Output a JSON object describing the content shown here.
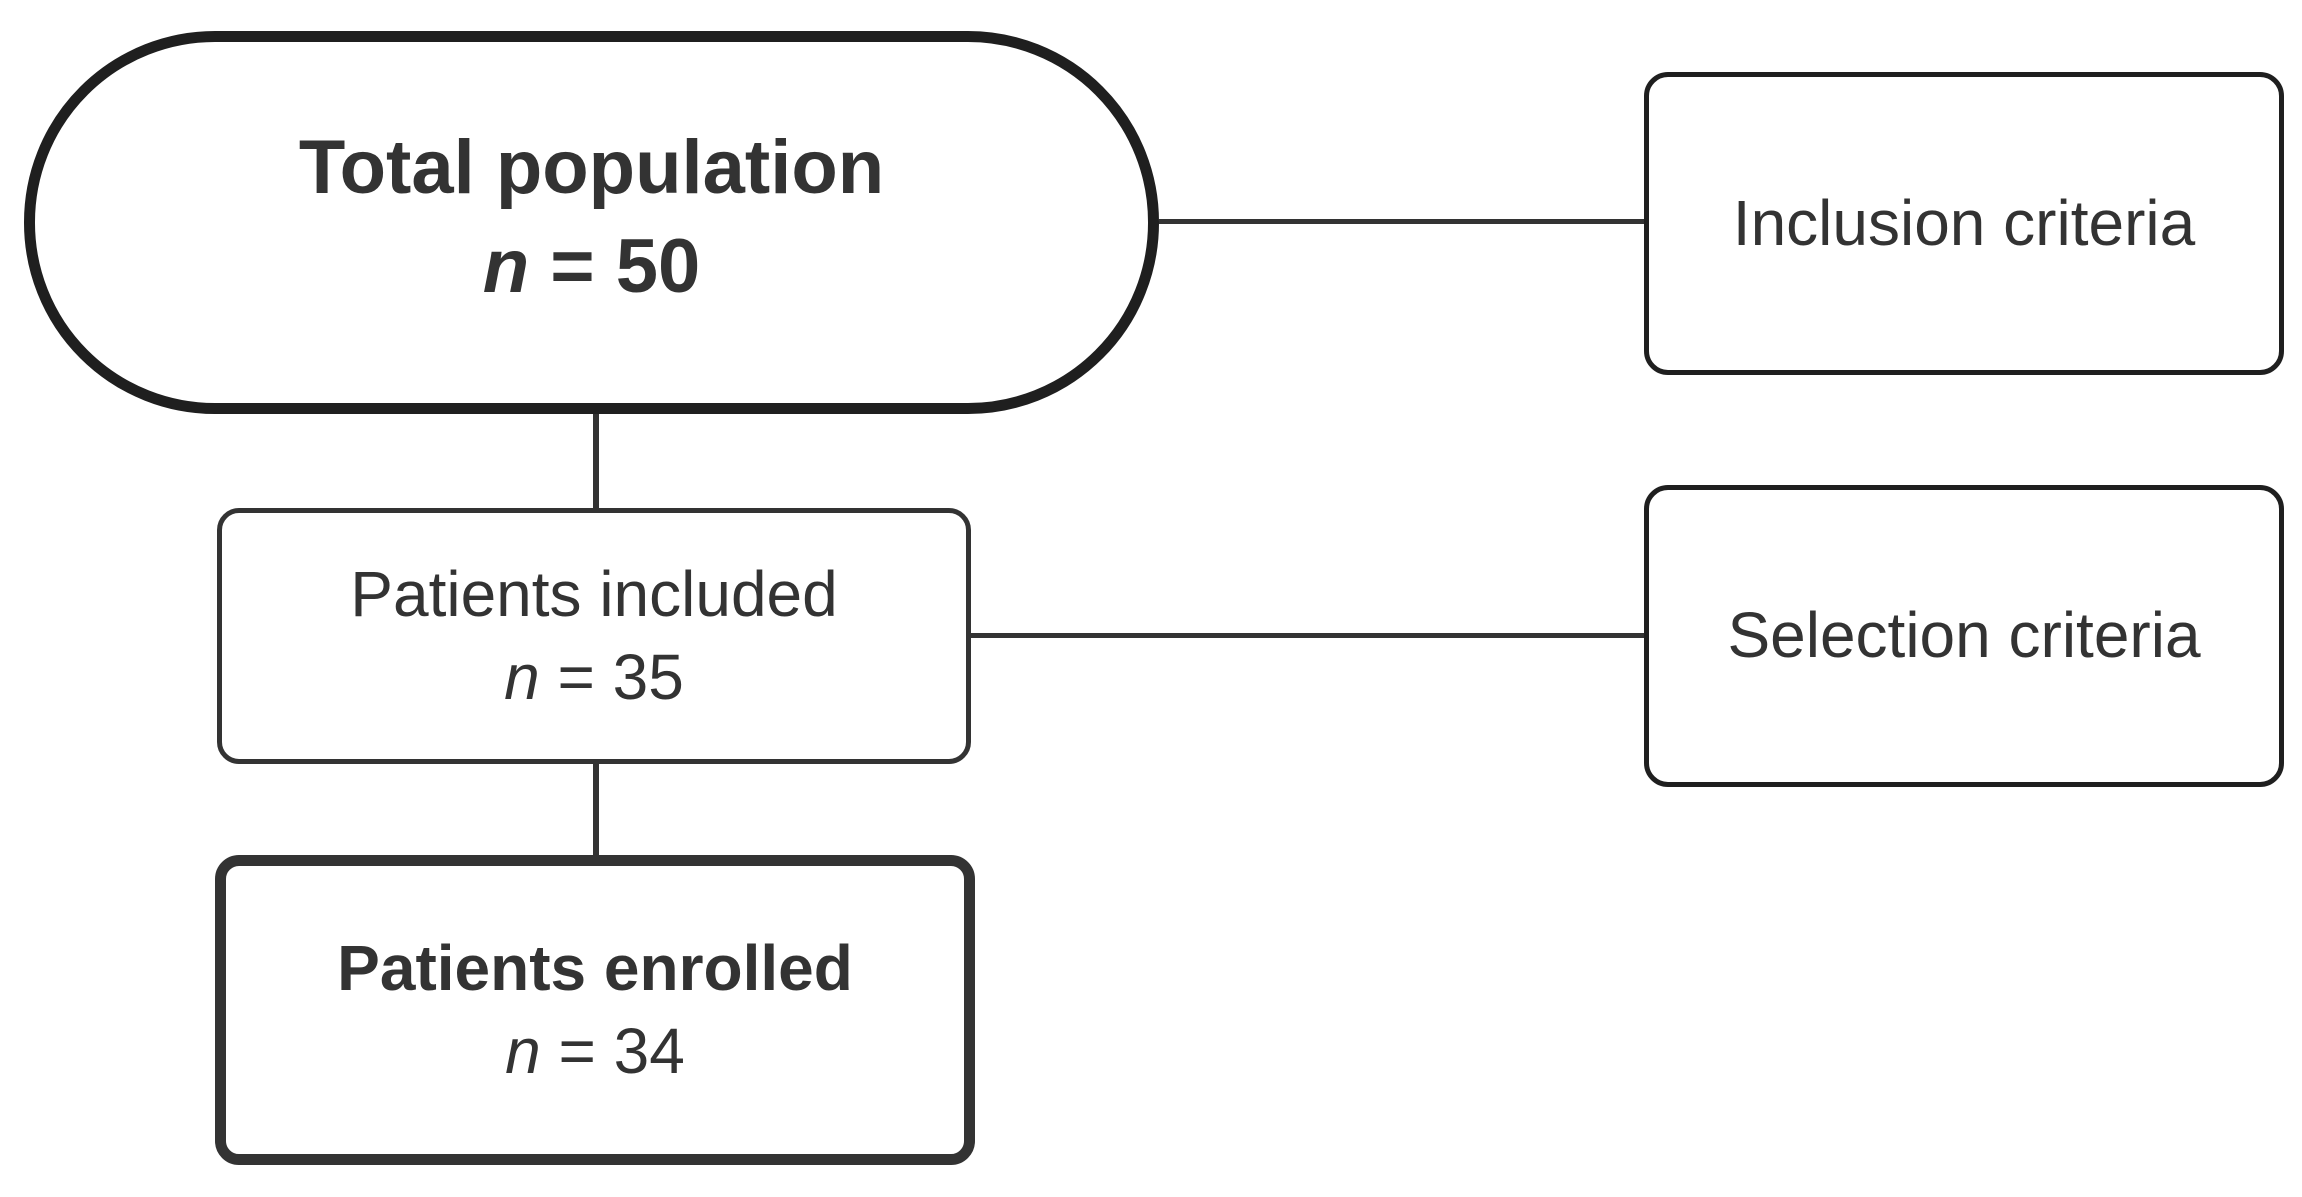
{
  "diagram": {
    "total": {
      "title": "Total population",
      "n_symbol": "n",
      "count_text": " = 50"
    },
    "included": {
      "title": "Patients included",
      "n_symbol": "n",
      "count_text": " = 35"
    },
    "enrolled": {
      "title": "Patients enrolled",
      "n_symbol": "n",
      "count_text": " = 34"
    },
    "inclusion_criteria": {
      "label": "Inclusion criteria"
    },
    "selection_criteria": {
      "label": "Selection criteria"
    }
  }
}
